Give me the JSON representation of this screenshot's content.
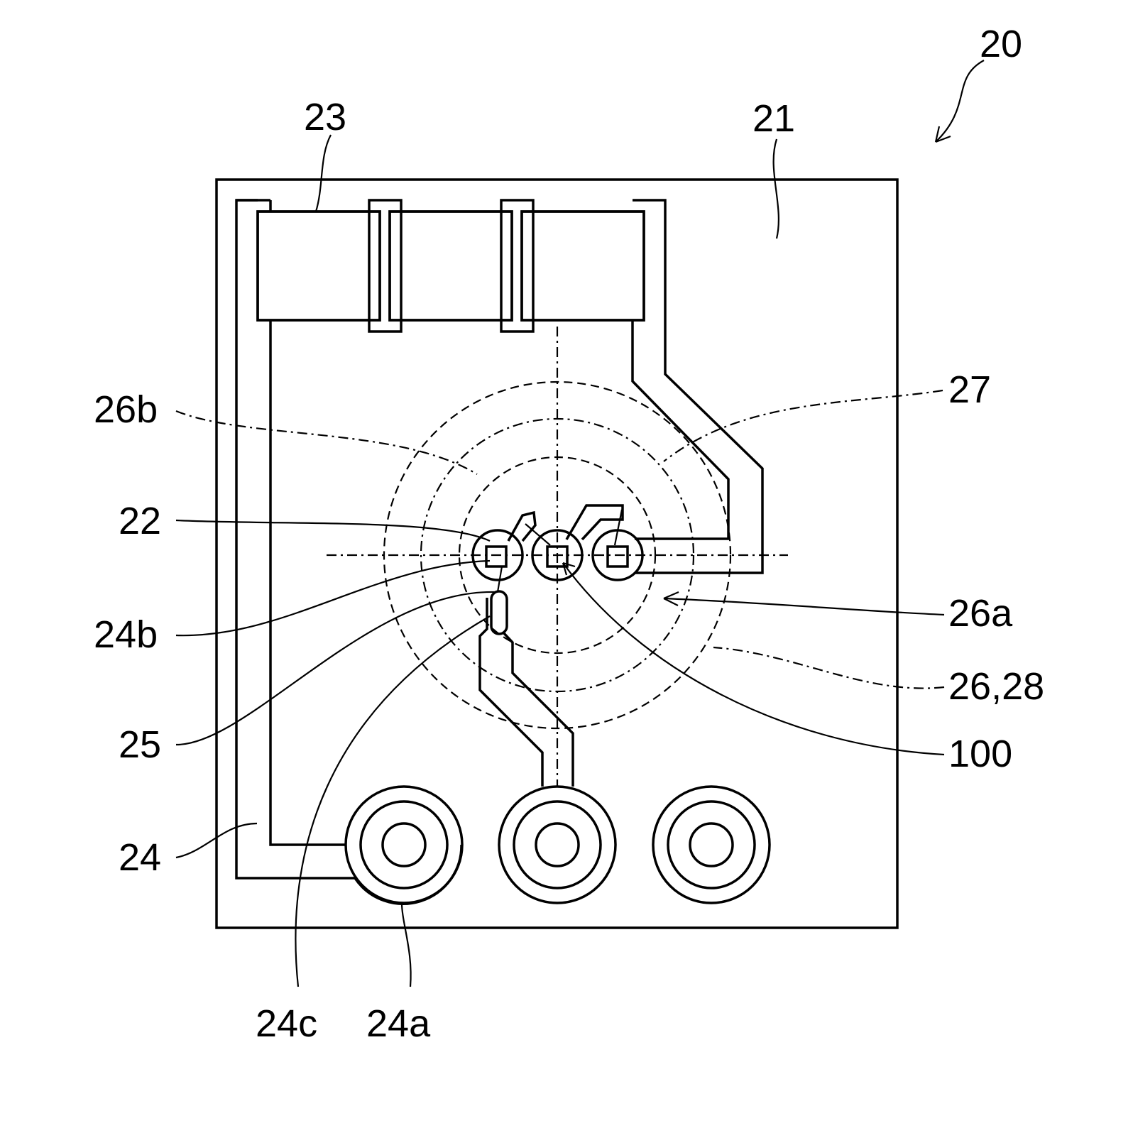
{
  "figure": {
    "labels": {
      "n20": "20",
      "n21": "21",
      "n23": "23",
      "n27": "27",
      "n26b": "26b",
      "n22": "22",
      "n26a": "26a",
      "n24b": "24b",
      "n2628": "26,28",
      "n25": "25",
      "n100": "100",
      "n24": "24",
      "n24c": "24c",
      "n24a": "24a"
    }
  }
}
